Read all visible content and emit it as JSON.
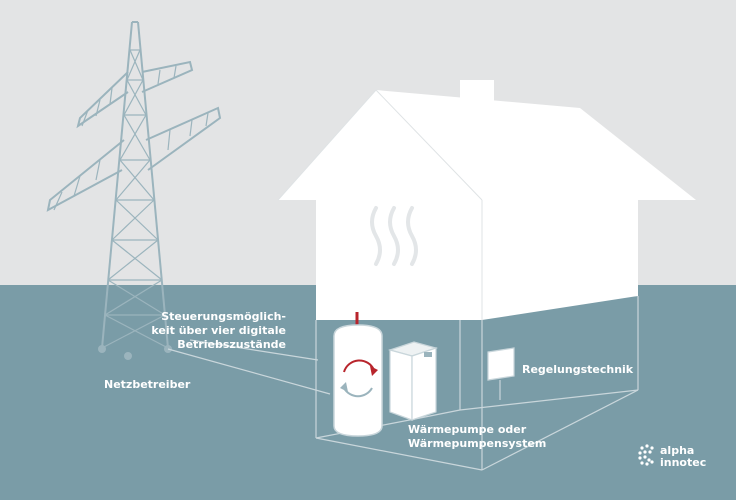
{
  "colors": {
    "sky": "#e3e4e5",
    "ground": "#7a9ca7",
    "house": "#ffffff",
    "structure": "#9bb4bd",
    "accent_red": "#b8252c"
  },
  "labels": {
    "control": [
      "Steuerungsmöglich-",
      "keit über vier digitale",
      "Betriebszustände"
    ],
    "grid_operator": "Netzbetreiber",
    "control_technology": "Regelungstechnik",
    "heat_pump": [
      "Wärmepumpe oder",
      "Wärmepumpensystem"
    ]
  },
  "logo": {
    "line1": "alpha",
    "line2": "innotec"
  },
  "icons": [
    "power-pylon-icon",
    "house-icon",
    "heat-waves-icon",
    "storage-tank-icon",
    "circulation-arrow-icon",
    "heat-pump-unit-icon",
    "control-box-icon",
    "logo-mark-icon"
  ]
}
